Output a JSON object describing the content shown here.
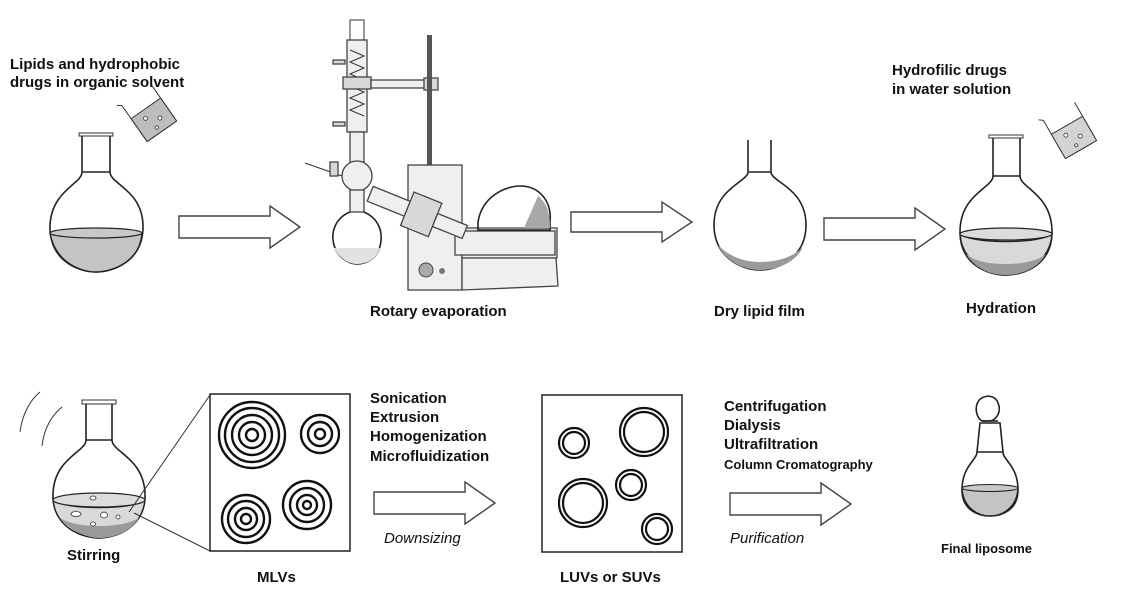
{
  "colors": {
    "background": "#ffffff",
    "line": "#222222",
    "liquid": "#c4c4c4",
    "sediment": "#9a9a9a",
    "text": "#111111"
  },
  "steps": {
    "step1": {
      "label_line1": "Lipids and hydrophobic",
      "label_line2": "drugs in organic solvent"
    },
    "step2": {
      "label": "Rotary evaporation"
    },
    "step3": {
      "label": "Dry lipid film"
    },
    "step4": {
      "top_line1": "Hydrofilic drugs",
      "top_line2": "in water solution",
      "label": "Hydration"
    },
    "step5": {
      "label": "Stirring"
    },
    "step6": {
      "label": "MLVs"
    },
    "downsizing": {
      "methods": [
        "Sonication",
        "Extrusion",
        "Homogenization",
        "Microfluidization"
      ],
      "caption": "Downsizing"
    },
    "step7": {
      "label": "LUVs or SUVs"
    },
    "purification": {
      "methods": [
        "Centrifugation",
        "Dialysis",
        "Ultrafiltration",
        "Column Cromatography"
      ],
      "caption": "Purification"
    },
    "step8": {
      "label": "Final liposome"
    }
  }
}
